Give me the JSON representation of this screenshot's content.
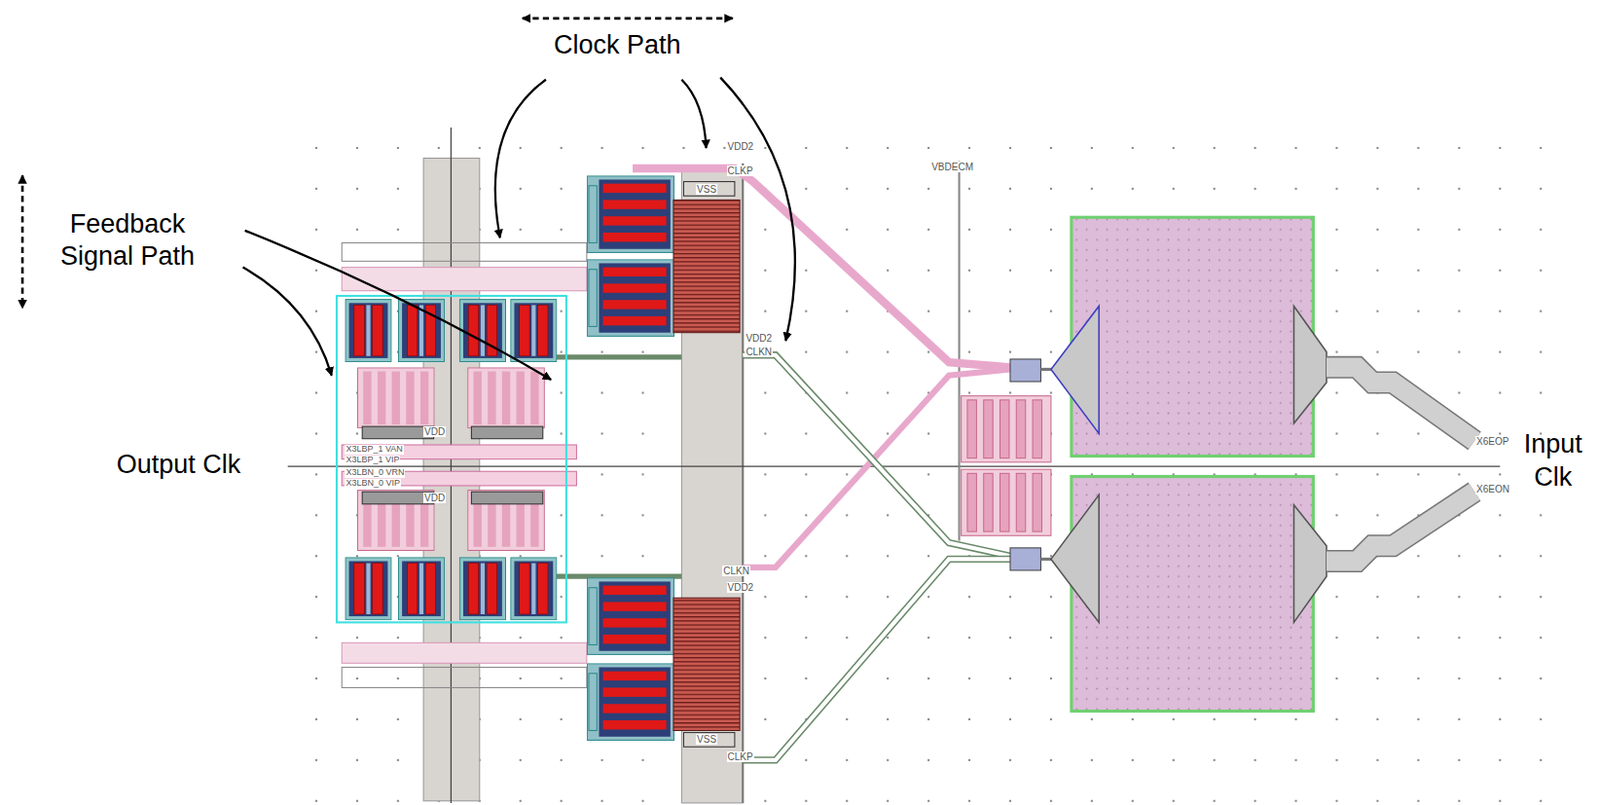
{
  "diagram": {
    "labels": [
      "Clock Path",
      "VDD2",
      "CLKP",
      "VSS",
      "VBDECM",
      "Feedback Signal Path",
      "VDD2",
      "CLKN",
      "VDD",
      "X3LBP_1 VAN",
      "X3LBP_1 VIP",
      "X6EOP",
      "Output Clk",
      "Input Clk",
      "X3LBN_0 VRN",
      "X3LBN_0 VIP",
      "X6EON",
      "VDD",
      "CLKN",
      "VDD2",
      "VSS",
      "CLKP"
    ]
  }
}
